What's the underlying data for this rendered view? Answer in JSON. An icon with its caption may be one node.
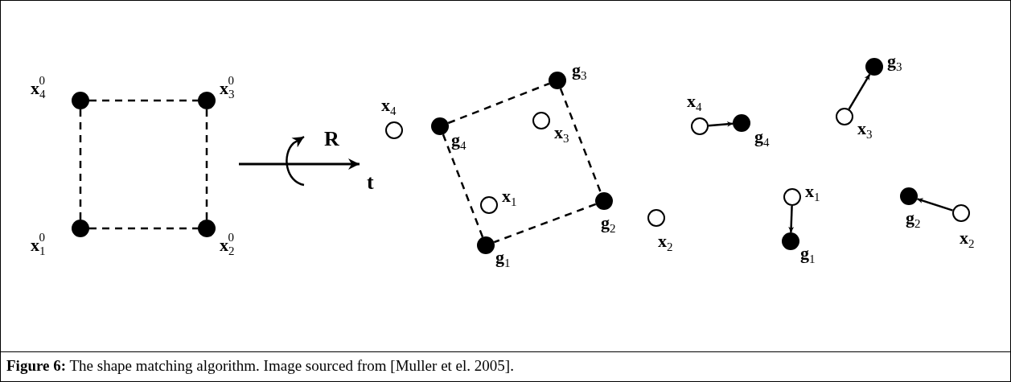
{
  "diagram": {
    "caption": "**Figure 6:** The shape matching algorithm. Image sourced from [Muller et el. 2005].",
    "nodes": [
      {
        "text": [],
        "shape": "circle",
        "beside": [
          "**x**$_{4}$$^{0}$"
        ]
      },
      {
        "text": [],
        "shape": "circle",
        "beside": [
          "**x**$_{3}$$^{0}$"
        ]
      },
      {
        "text": [],
        "shape": "circle",
        "beside": [
          "**x**$_{1}$$^{0}$"
        ]
      },
      {
        "text": [],
        "shape": "circle",
        "beside": [
          "**x**$_{2}$$^{0}$"
        ]
      },
      {
        "text": [],
        "shape": "circle",
        "beside": [
          "**x**$_{4}$"
        ]
      },
      {
        "text": [],
        "shape": "circle",
        "beside": [
          "**g**$_{4}$"
        ]
      },
      {
        "text": [],
        "shape": "circle",
        "beside": [
          "**g**$_{3}$"
        ]
      },
      {
        "text": [],
        "shape": "circle",
        "beside": [
          "**x**$_{3}$"
        ]
      },
      {
        "text": [],
        "shape": "circle",
        "beside": [
          "**x**$_{1}$"
        ]
      },
      {
        "text": [],
        "shape": "circle",
        "beside": [
          "**g**$_{2}$"
        ]
      },
      {
        "text": [],
        "shape": "circle",
        "beside": [
          "**g**$_{1}$"
        ]
      },
      {
        "text": [],
        "shape": "circle",
        "beside": [
          "**x**$_{2}$"
        ]
      },
      {
        "text": [],
        "shape": "circle",
        "beside": [
          "**x**$_{4}$"
        ]
      },
      {
        "text": [],
        "shape": "circle",
        "beside": [
          "**g**$_{4}$"
        ]
      },
      {
        "text": [],
        "shape": "circle",
        "beside": [
          "**g**$_{3}$"
        ]
      },
      {
        "text": [],
        "shape": "circle",
        "beside": [
          "**x**$_{3}$"
        ]
      },
      {
        "text": [],
        "shape": "circle",
        "beside": [
          "**x**$_{1}$"
        ]
      },
      {
        "text": [],
        "shape": "circle",
        "beside": [
          "**g**$_{1}$"
        ]
      },
      {
        "text": [],
        "shape": "circle",
        "beside": [
          "**g**$_{2}$"
        ]
      },
      {
        "text": [],
        "shape": "circle",
        "beside": [
          "**x**$_{2}$"
        ]
      }
    ],
    "edges": [
      {
        "from": 0,
        "to": 1,
        "arrow": "none",
        "style": "dashed"
      },
      {
        "from": 0,
        "to": 2,
        "arrow": "none",
        "style": "dashed"
      },
      {
        "from": 1,
        "to": 3,
        "arrow": "none",
        "style": "dashed"
      },
      {
        "from": 2,
        "to": 3,
        "arrow": "none",
        "style": "dashed"
      },
      {
        "from": 5,
        "to": 6,
        "arrow": "none",
        "style": "dashed"
      },
      {
        "from": 6,
        "to": 9,
        "arrow": "none",
        "style": "dashed"
      },
      {
        "from": 9,
        "to": 10,
        "arrow": "none",
        "style": "dashed"
      },
      {
        "from": 10,
        "to": 5,
        "arrow": "none",
        "style": "dashed"
      },
      {
        "from": 12,
        "to": 13,
        "arrow": "to"
      },
      {
        "from": 15,
        "to": 14,
        "arrow": "to"
      },
      {
        "from": 16,
        "to": 17,
        "arrow": "to"
      },
      {
        "from": 19,
        "to": 18,
        "arrow": "to"
      }
    ],
    "labels": [
      "**R**",
      "**t**"
    ]
  }
}
